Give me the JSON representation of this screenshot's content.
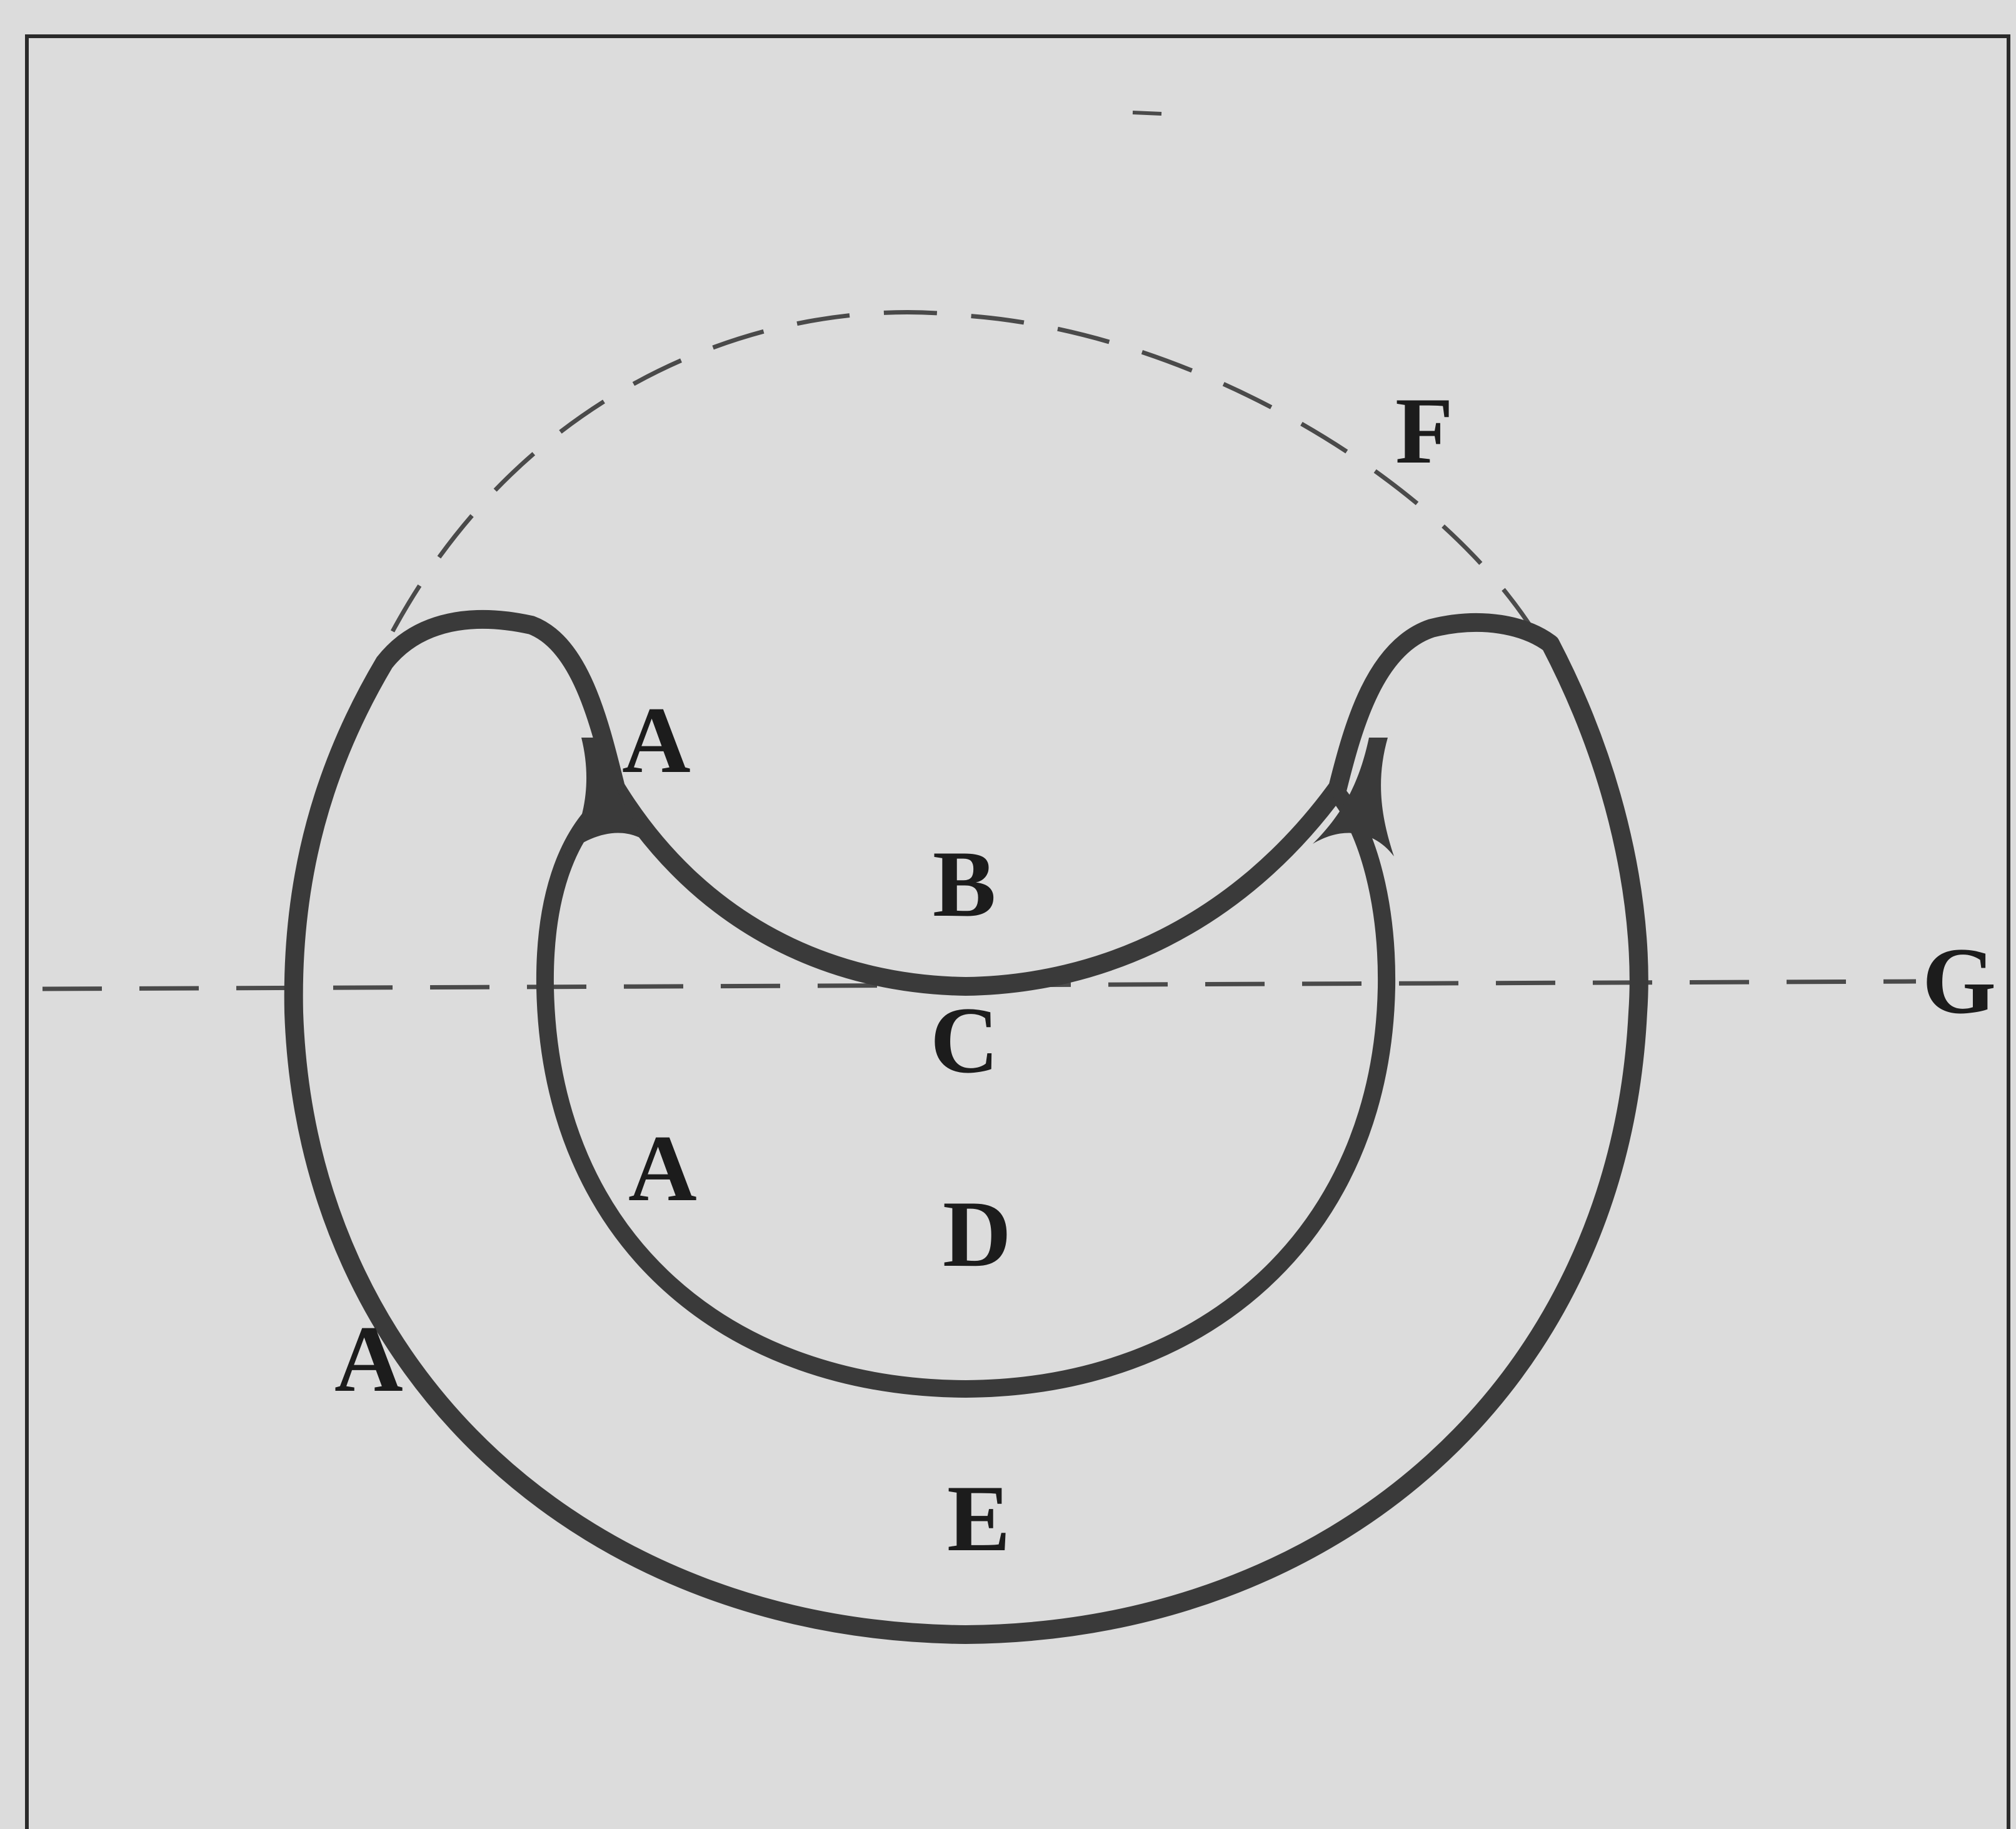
{
  "diagram": {
    "labels": {
      "a_upper": "A",
      "a_middle": "A",
      "a_lower": "A",
      "b": "B",
      "c": "C",
      "d": "D",
      "e": "E",
      "f": "F",
      "g": "G"
    },
    "colors": {
      "background": "#dcdcdc",
      "line": "#3a3a3a",
      "dashed_line": "#4a4a4a",
      "label": "#1c1c1c"
    }
  }
}
